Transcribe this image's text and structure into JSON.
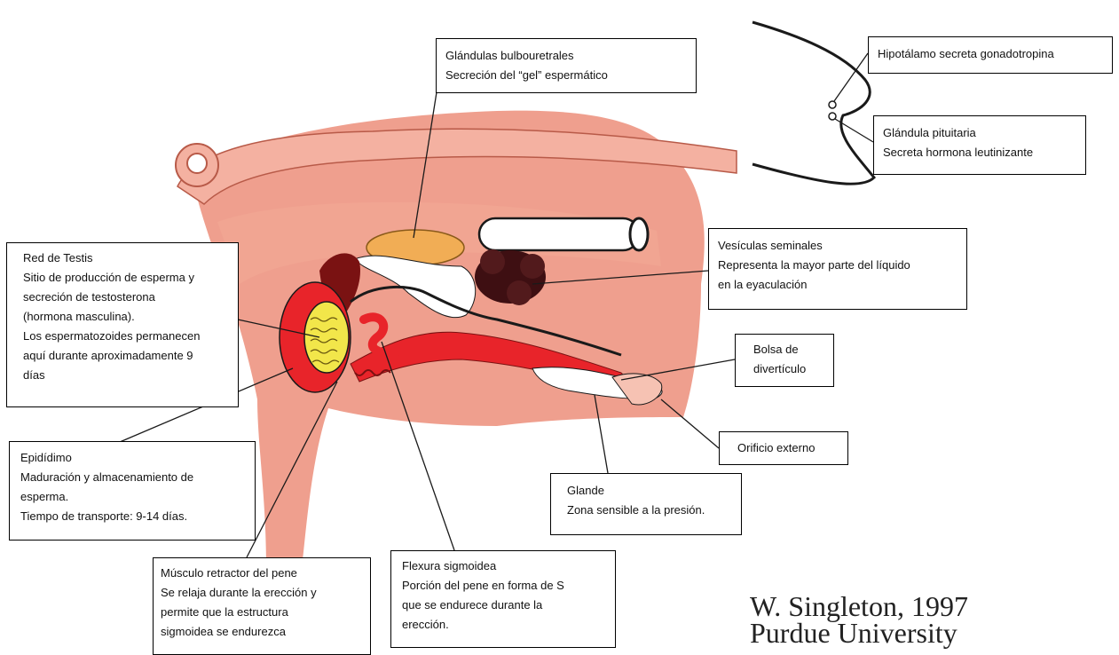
{
  "labels": {
    "bulbourethral": {
      "title": "Glándulas bulbouretrales",
      "desc": "Secreción del “gel” espermático"
    },
    "hypothalamus": {
      "title": "Hipotálamo secreta gonadotropina"
    },
    "pituitary": {
      "title": "Glándula pituitaria",
      "desc": "Secreta hormona leutinizante"
    },
    "rete_testis": {
      "title": "Red de Testis",
      "lines": [
        "Sitio de producción de esperma y",
        "secreción de testosterona",
        "(hormona masculina).",
        "Los espermatozoides permanecen",
        "aquí durante aproximadamente 9",
        "días"
      ]
    },
    "seminal_vesicles": {
      "title": "Vesículas seminales",
      "lines": [
        "Representa la mayor parte del líquido",
        "en la eyaculación"
      ]
    },
    "diverticulum": {
      "lines": [
        "Bolsa de",
        "divertículo"
      ]
    },
    "external_orifice": {
      "title": "Orificio externo"
    },
    "epididymis": {
      "title": "Epidídimo",
      "lines": [
        "Maduración y almacenamiento de",
        "esperma.",
        "Tiempo de transporte: 9-14 días."
      ]
    },
    "glans": {
      "title": "Glande",
      "desc": "Zona sensible a la presión."
    },
    "retractor_muscle": {
      "title": "Músculo retractor del pene",
      "lines": [
        "Se relaja durante la erección y",
        "permite que la estructura",
        "sigmoidea se endurezca"
      ]
    },
    "sigmoid_flexure": {
      "title": "Flexura sigmoidea",
      "lines": [
        "Porción del pene en forma de S",
        "que se endurece durante la",
        "erección."
      ]
    }
  },
  "credit": {
    "author": "W. Singleton, 1997",
    "institution": "Purdue University"
  },
  "colors": {
    "tissue": "#ee9a88",
    "tissue_light": "#f6c2b3",
    "muscle_red": "#e8242a",
    "testis_yellow": "#f2e64a",
    "dark_red": "#7a1212",
    "gland_orange": "#f1ad55",
    "vesicle_dark": "#3e0f12",
    "outline": "#1a1a1a"
  }
}
